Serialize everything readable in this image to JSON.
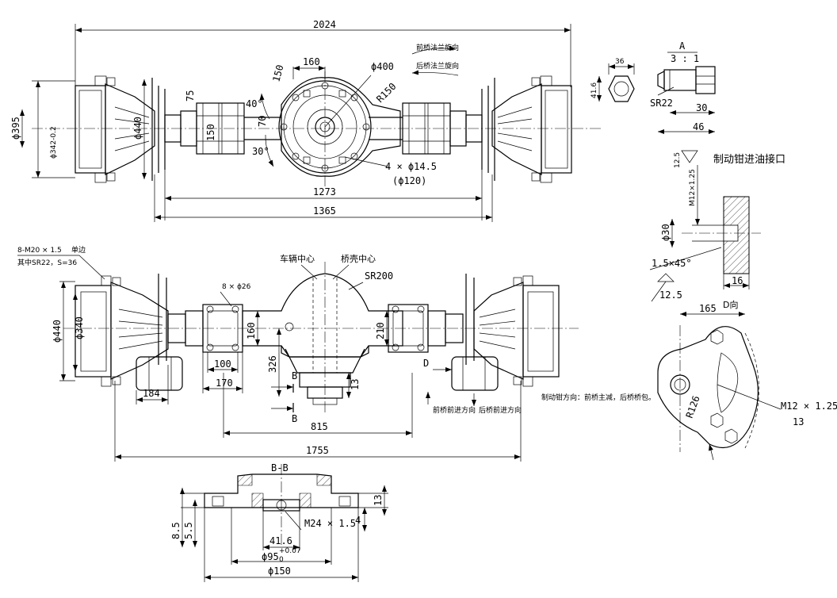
{
  "front_view": {
    "overall_length": "2024",
    "flange_span": "1273",
    "spring_span": "1365",
    "pcd": "160",
    "angle_dim": "150",
    "pin_circle": "ϕ400",
    "radius": "R150",
    "angle_40": "40°",
    "angle_30": "30°",
    "dim_70": "70",
    "dim_75": "75",
    "dim_150": "150",
    "hub_dia_a": "ϕ395",
    "hub_dia_b": "ϕ342-0.2",
    "hub_dia_c": "ϕ440",
    "holes": "4 × ϕ14.5",
    "holes_pcd": "(ϕ120)",
    "dir_front": "前桥法兰旋向",
    "dir_rear": "后桥法兰旋向"
  },
  "nut_detail": {
    "label_a": "A",
    "scale": "3 : 1",
    "width_36": "36",
    "height_41": "41.6",
    "sr22": "SR22",
    "dim_30": "30",
    "dim_46": "46"
  },
  "brake_port": {
    "title": "制动钳进油接口",
    "roughness_a": "12.5",
    "thread": "M12×1.25",
    "dia": "ϕ30",
    "chamfer": "1.5×45°",
    "roughness_b": "12.5",
    "depth": "16"
  },
  "view_d": {
    "label": "D向",
    "dim_165": "165",
    "radius": "R126",
    "thread": "M12 × 1.25",
    "depth": "13"
  },
  "top_view": {
    "bolts": "8-M20 × 1.5",
    "bolts_note": "单边",
    "bolts_note2": "其中SR22，S=36",
    "vehicle_center": "车辆中心",
    "axle_center": "桥壳中心",
    "sr200": "SR200",
    "holes": "8 × ϕ26",
    "dia_440": "ϕ440",
    "dia_340": "ϕ340",
    "dim_160": "160",
    "dim_210": "210",
    "dim_100": "100",
    "dim_170": "170",
    "dim_184": "184",
    "dim_326": "326",
    "dim_13": "13",
    "dim_815": "815",
    "dim_1755": "1755",
    "sec_b": "B",
    "view_d": "D",
    "brake_dir": "制动钳方向：前桥主减，后桥桥包。",
    "front_dir": "前桥前进方向",
    "rear_dir": "后桥前进方向"
  },
  "section_bb": {
    "title": "B-B",
    "dim_13": "13",
    "dim_4": "4",
    "thread": "M24 × 1.5",
    "dim_85": "8.5",
    "dim_55": "5.5",
    "dim_416": "41.6",
    "dim_95": "ϕ95",
    "tol_up": "+0.07",
    "tol_lo": "0",
    "dim_150": "ϕ150"
  }
}
